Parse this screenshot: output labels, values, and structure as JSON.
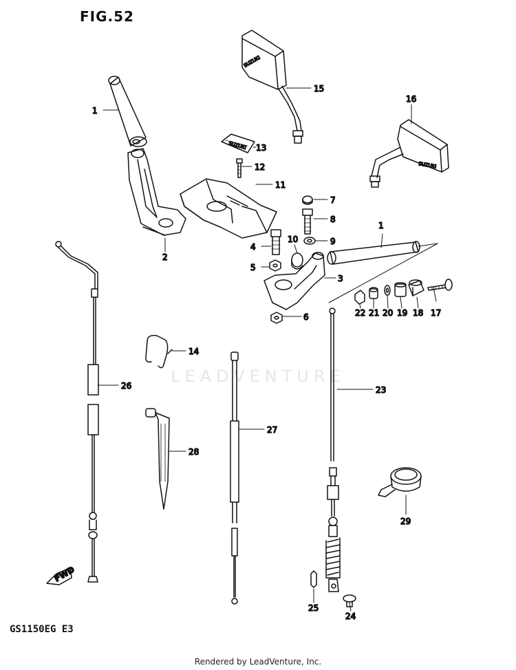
{
  "figure": {
    "title": "FIG.52",
    "model_code": "GS1150EG  E3",
    "footer": "Rendered by LeadVenture, Inc.",
    "watermark": "LEADVENTURE"
  },
  "parts": {
    "p1": "1",
    "p1b": "1",
    "p2": "2",
    "p3": "3",
    "p4": "4",
    "p5": "5",
    "p6": "6",
    "p7": "7",
    "p8": "8",
    "p9": "9",
    "p10": "10",
    "p11": "11",
    "p12": "12",
    "p13": "13",
    "p14": "14",
    "p15": "15",
    "p16": "16",
    "p17": "17",
    "p18": "18",
    "p19": "19",
    "p20": "20",
    "p21": "21",
    "p22": "22",
    "p23": "23",
    "p24": "24",
    "p25": "25",
    "p26": "26",
    "p27": "27",
    "p28": "28",
    "p29": "29"
  },
  "fwd_label": "FWD",
  "mirror_brand": "SUZUKI",
  "clamp_brand": "SUZUKI"
}
